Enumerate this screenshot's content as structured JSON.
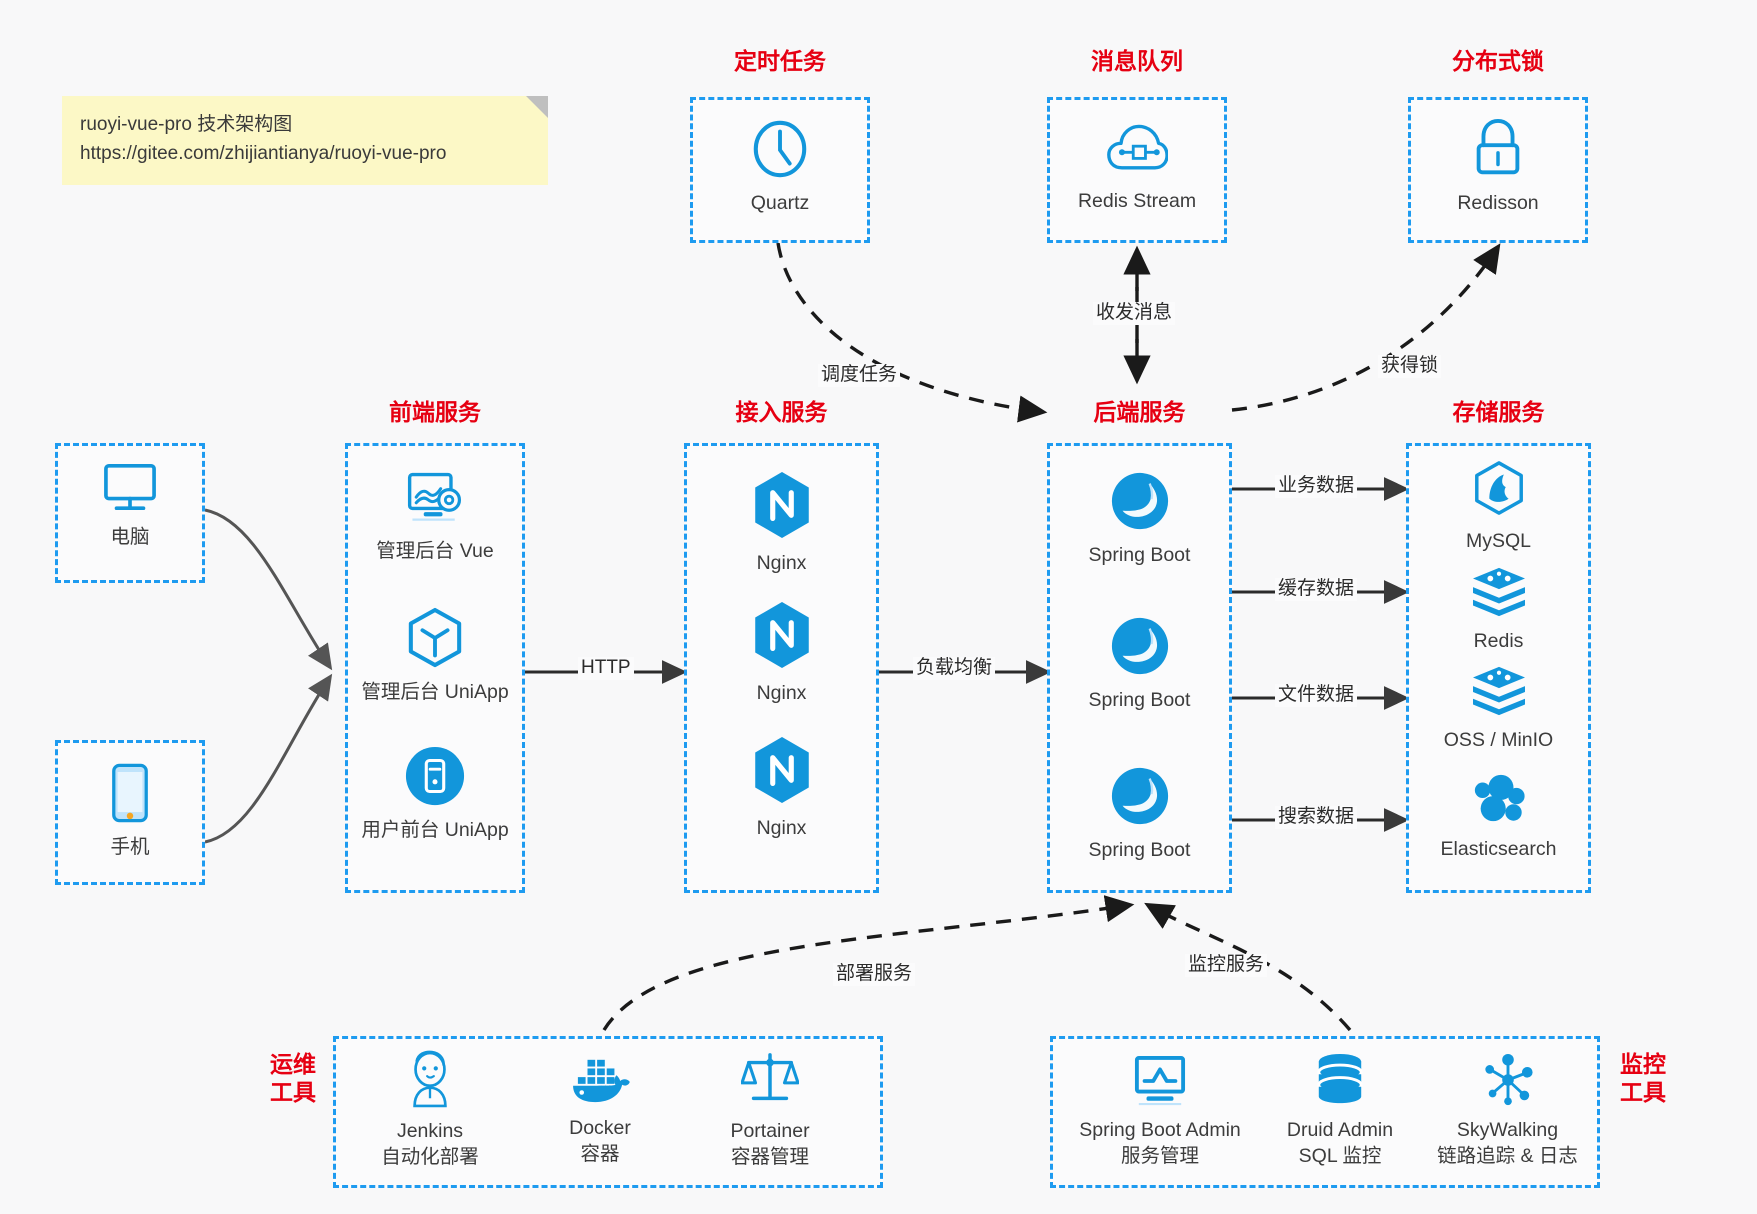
{
  "note": {
    "line1": "ruoyi-vue-pro 技术架构图",
    "line2": "https://gitee.com/zhijiantianya/ruoyi-vue-pro"
  },
  "colors": {
    "accent_blue": "#1e9bf0",
    "icon_blue": "#1296db",
    "title_red": "#e60012",
    "background": "#f8f8f9",
    "note_bg": "#fcf8c6",
    "text": "#3c3c3c"
  },
  "groups": {
    "scheduled_task": {
      "title": "定时任务",
      "nodes": [
        {
          "label": "Quartz",
          "icon": "clock-icon"
        }
      ]
    },
    "message_queue": {
      "title": "消息队列",
      "nodes": [
        {
          "label": "Redis Stream",
          "icon": "cloud-stream-icon"
        }
      ]
    },
    "distributed_lock": {
      "title": "分布式锁",
      "nodes": [
        {
          "label": "Redisson",
          "icon": "lock-icon"
        }
      ]
    },
    "clients": {
      "nodes": [
        {
          "label": "电脑",
          "icon": "desktop-icon"
        },
        {
          "label": "手机",
          "icon": "mobile-icon"
        }
      ]
    },
    "frontend": {
      "title": "前端服务",
      "nodes": [
        {
          "label": "管理后台 Vue",
          "icon": "dashboard-icon"
        },
        {
          "label": "管理后台 UniApp",
          "icon": "cube-icon"
        },
        {
          "label": "用户前台 UniApp",
          "icon": "app-circle-icon"
        }
      ]
    },
    "gateway": {
      "title": "接入服务",
      "nodes": [
        {
          "label": "Nginx",
          "icon": "nginx-icon"
        },
        {
          "label": "Nginx",
          "icon": "nginx-icon"
        },
        {
          "label": "Nginx",
          "icon": "nginx-icon"
        }
      ]
    },
    "backend": {
      "title": "后端服务",
      "nodes": [
        {
          "label": "Spring Boot",
          "icon": "spring-icon"
        },
        {
          "label": "Spring Boot",
          "icon": "spring-icon"
        },
        {
          "label": "Spring Boot",
          "icon": "spring-icon"
        }
      ]
    },
    "storage": {
      "title": "存储服务",
      "nodes": [
        {
          "label": "MySQL",
          "icon": "mysql-icon"
        },
        {
          "label": "Redis",
          "icon": "redis-icon"
        },
        {
          "label": "OSS / MinIO",
          "icon": "oss-icon"
        },
        {
          "label": "Elasticsearch",
          "icon": "elasticsearch-icon"
        }
      ]
    },
    "devops": {
      "title_line1": "运维",
      "title_line2": "工具",
      "nodes": [
        {
          "label": "Jenkins",
          "sublabel": "自动化部署",
          "icon": "jenkins-icon"
        },
        {
          "label": "Docker",
          "sublabel": "容器",
          "icon": "docker-icon"
        },
        {
          "label": "Portainer",
          "sublabel": "容器管理",
          "icon": "scales-icon"
        }
      ]
    },
    "monitoring": {
      "title_line1": "监控",
      "title_line2": "工具",
      "nodes": [
        {
          "label": "Spring Boot Admin",
          "sublabel": "服务管理",
          "icon": "monitor-chart-icon"
        },
        {
          "label": "Druid Admin",
          "sublabel": "SQL 监控",
          "icon": "database-icon"
        },
        {
          "label": "SkyWalking",
          "sublabel": "链路追踪 & 日志",
          "icon": "skywalking-icon"
        }
      ]
    }
  },
  "edges": {
    "http": "HTTP",
    "load_balance": "负载均衡",
    "schedule_task": "调度任务",
    "send_receive_message": "收发消息",
    "acquire_lock": "获得锁",
    "business_data": "业务数据",
    "cache_data": "缓存数据",
    "file_data": "文件数据",
    "search_data": "搜索数据",
    "deploy_service": "部署服务",
    "monitor_service": "监控服务"
  }
}
